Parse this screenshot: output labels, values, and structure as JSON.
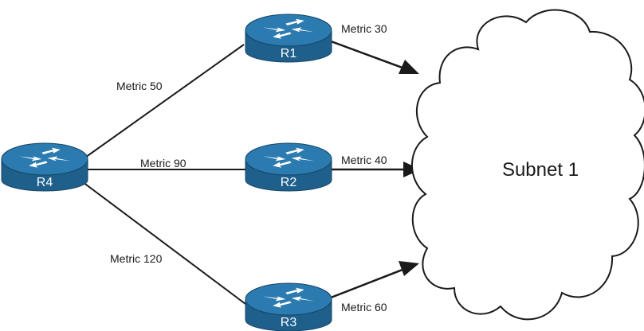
{
  "colors": {
    "router_body": "#1f5f8b",
    "router_top": "#2b7bb0",
    "router_edge": "#154566",
    "router_arrows": "#ffffff",
    "link": "#1a1a1a",
    "cloud_fill": "#ffffff",
    "cloud_stroke": "#1a1a1a"
  },
  "routers": {
    "r1": {
      "label": "R1",
      "icon": "router-icon"
    },
    "r2": {
      "label": "R2",
      "icon": "router-icon"
    },
    "r3": {
      "label": "R3",
      "icon": "router-icon"
    },
    "r4": {
      "label": "R4",
      "icon": "router-icon"
    }
  },
  "links": {
    "r4_r1": {
      "metric": "Metric 50"
    },
    "r4_r2": {
      "metric": "Metric 90"
    },
    "r4_r3": {
      "metric": "Metric 120"
    },
    "r1_subnet": {
      "metric": "Metric 30"
    },
    "r2_subnet": {
      "metric": "Metric 40"
    },
    "r3_subnet": {
      "metric": "Metric 60"
    }
  },
  "subnet": {
    "label": "Subnet 1"
  }
}
